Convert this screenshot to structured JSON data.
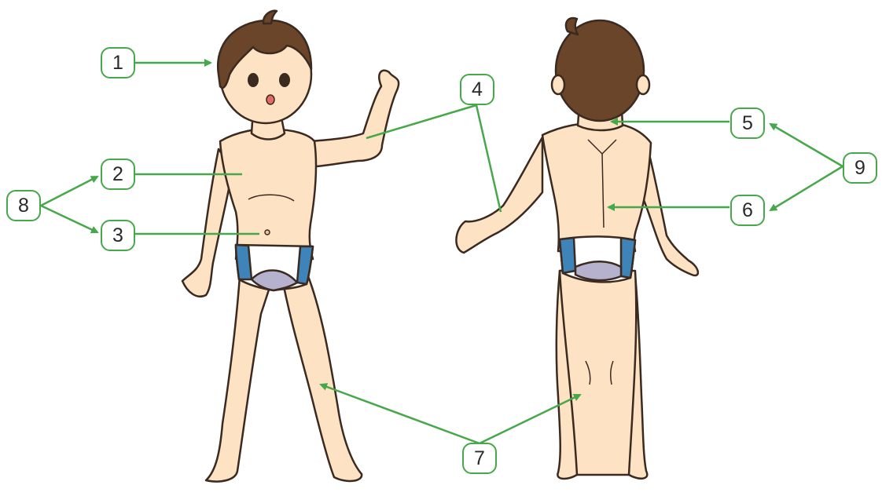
{
  "labels": [
    {
      "id": "1",
      "text": "1"
    },
    {
      "id": "2",
      "text": "2"
    },
    {
      "id": "3",
      "text": "3"
    },
    {
      "id": "4",
      "text": "4"
    },
    {
      "id": "5",
      "text": "5"
    },
    {
      "id": "6",
      "text": "6"
    },
    {
      "id": "7",
      "text": "7"
    },
    {
      "id": "8",
      "text": "8"
    },
    {
      "id": "9",
      "text": "9"
    }
  ],
  "colors": {
    "arrow": "#46a84a",
    "skin": "#fde2c4",
    "skin_shade": "#f3c49c",
    "hair": "#6b4529",
    "underwear_blue": "#3f84b8",
    "underwear_gray": "#b6b1cc",
    "underwear_white": "#ffffff",
    "outline": "#3a2a20"
  },
  "figures": [
    {
      "name": "front-view-figure"
    },
    {
      "name": "back-view-figure"
    }
  ]
}
